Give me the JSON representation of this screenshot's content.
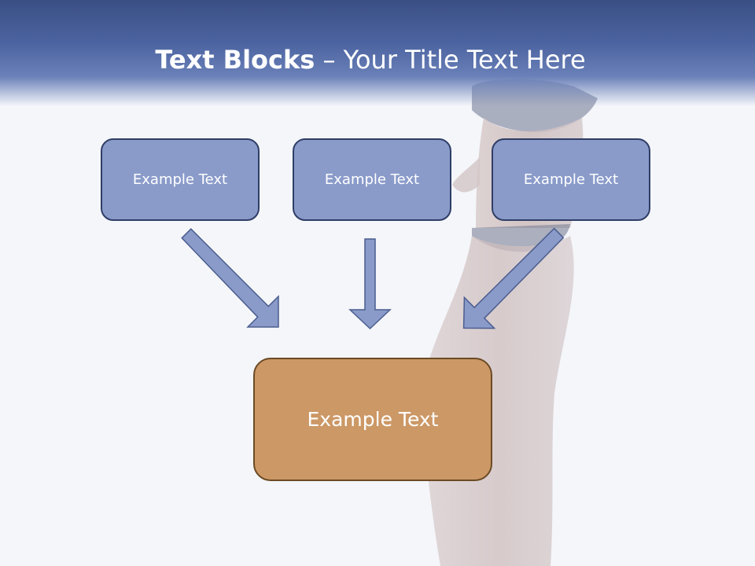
{
  "title": {
    "bold": "Text Blocks",
    "rest": "– Your Title Text Here"
  },
  "blocks": [
    {
      "label": "Example Text"
    },
    {
      "label": "Example Text"
    },
    {
      "label": "Example Text"
    }
  ],
  "target": {
    "label": "Example Text"
  },
  "colors": {
    "header": "#4b63a0",
    "block_fill": "#8a9bca",
    "block_border": "#2f3e66",
    "target_fill": "#cc9866",
    "target_border": "#6b4a24",
    "arrow_fill": "#8a9bca",
    "arrow_stroke": "#4b5d8e"
  }
}
